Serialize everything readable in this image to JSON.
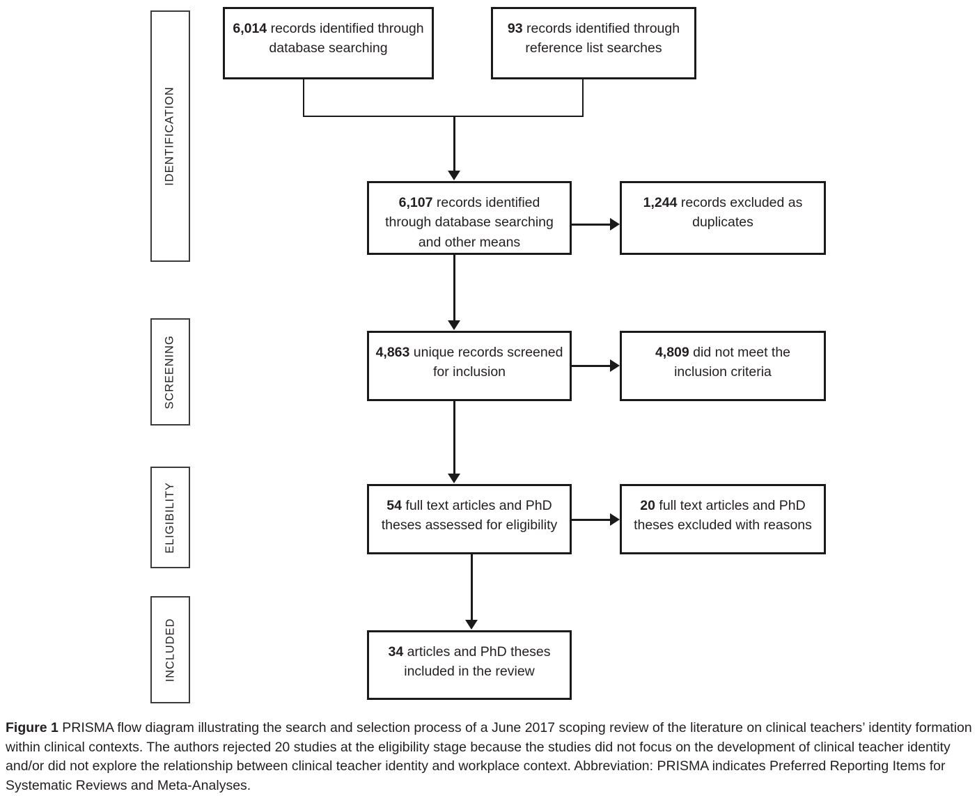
{
  "figure": {
    "caption_label": "Figure 1",
    "caption_text": " PRISMA flow diagram illustrating the search and selection process of a June 2017 scoping review of the literature on clinical teachers’ identity formation within clinical contexts. The authors rejected 20 studies at the eligibility stage because the studies did not focus on the development of clinical teacher identity and/or did not explore the relationship between clinical teacher identity and workplace context. Abbreviation: PRISMA indicates Preferred Reporting Items for Systematic Reviews and Meta-Analyses."
  },
  "stages": [
    {
      "id": "identification",
      "label": "IDENTIFICATION"
    },
    {
      "id": "screening",
      "label": "SCREENING"
    },
    {
      "id": "eligibility",
      "label": "ELIGIBILITY"
    },
    {
      "id": "included",
      "label": "INCLUDED"
    }
  ],
  "boxes": {
    "database_search": {
      "count": "6,014",
      "text": " records identified through database searching"
    },
    "reference_search": {
      "count": "93",
      "text": " records identified through reference list searches"
    },
    "combined_records": {
      "count": "6,107",
      "text": " records identified through database searching and other means"
    },
    "duplicates_excluded": {
      "count": "1,244",
      "text": " records excluded as duplicates"
    },
    "screened": {
      "count": "4,863",
      "text": " unique records screened for inclusion"
    },
    "not_met_criteria": {
      "count": "4,809",
      "text": " did not meet the inclusion criteria"
    },
    "full_text_assessed": {
      "count": "54",
      "text": " full text articles and PhD theses assessed for eligibility"
    },
    "full_text_excluded": {
      "count": "20",
      "text": " full text articles and PhD theses excluded with reasons"
    },
    "included_final": {
      "count": "34",
      "text": " articles and PhD theses included in the review"
    }
  },
  "colors": {
    "box_border": "#1a1a1a",
    "stage_border": "#3b3b3b",
    "text": "#231f20",
    "background": "#ffffff"
  }
}
